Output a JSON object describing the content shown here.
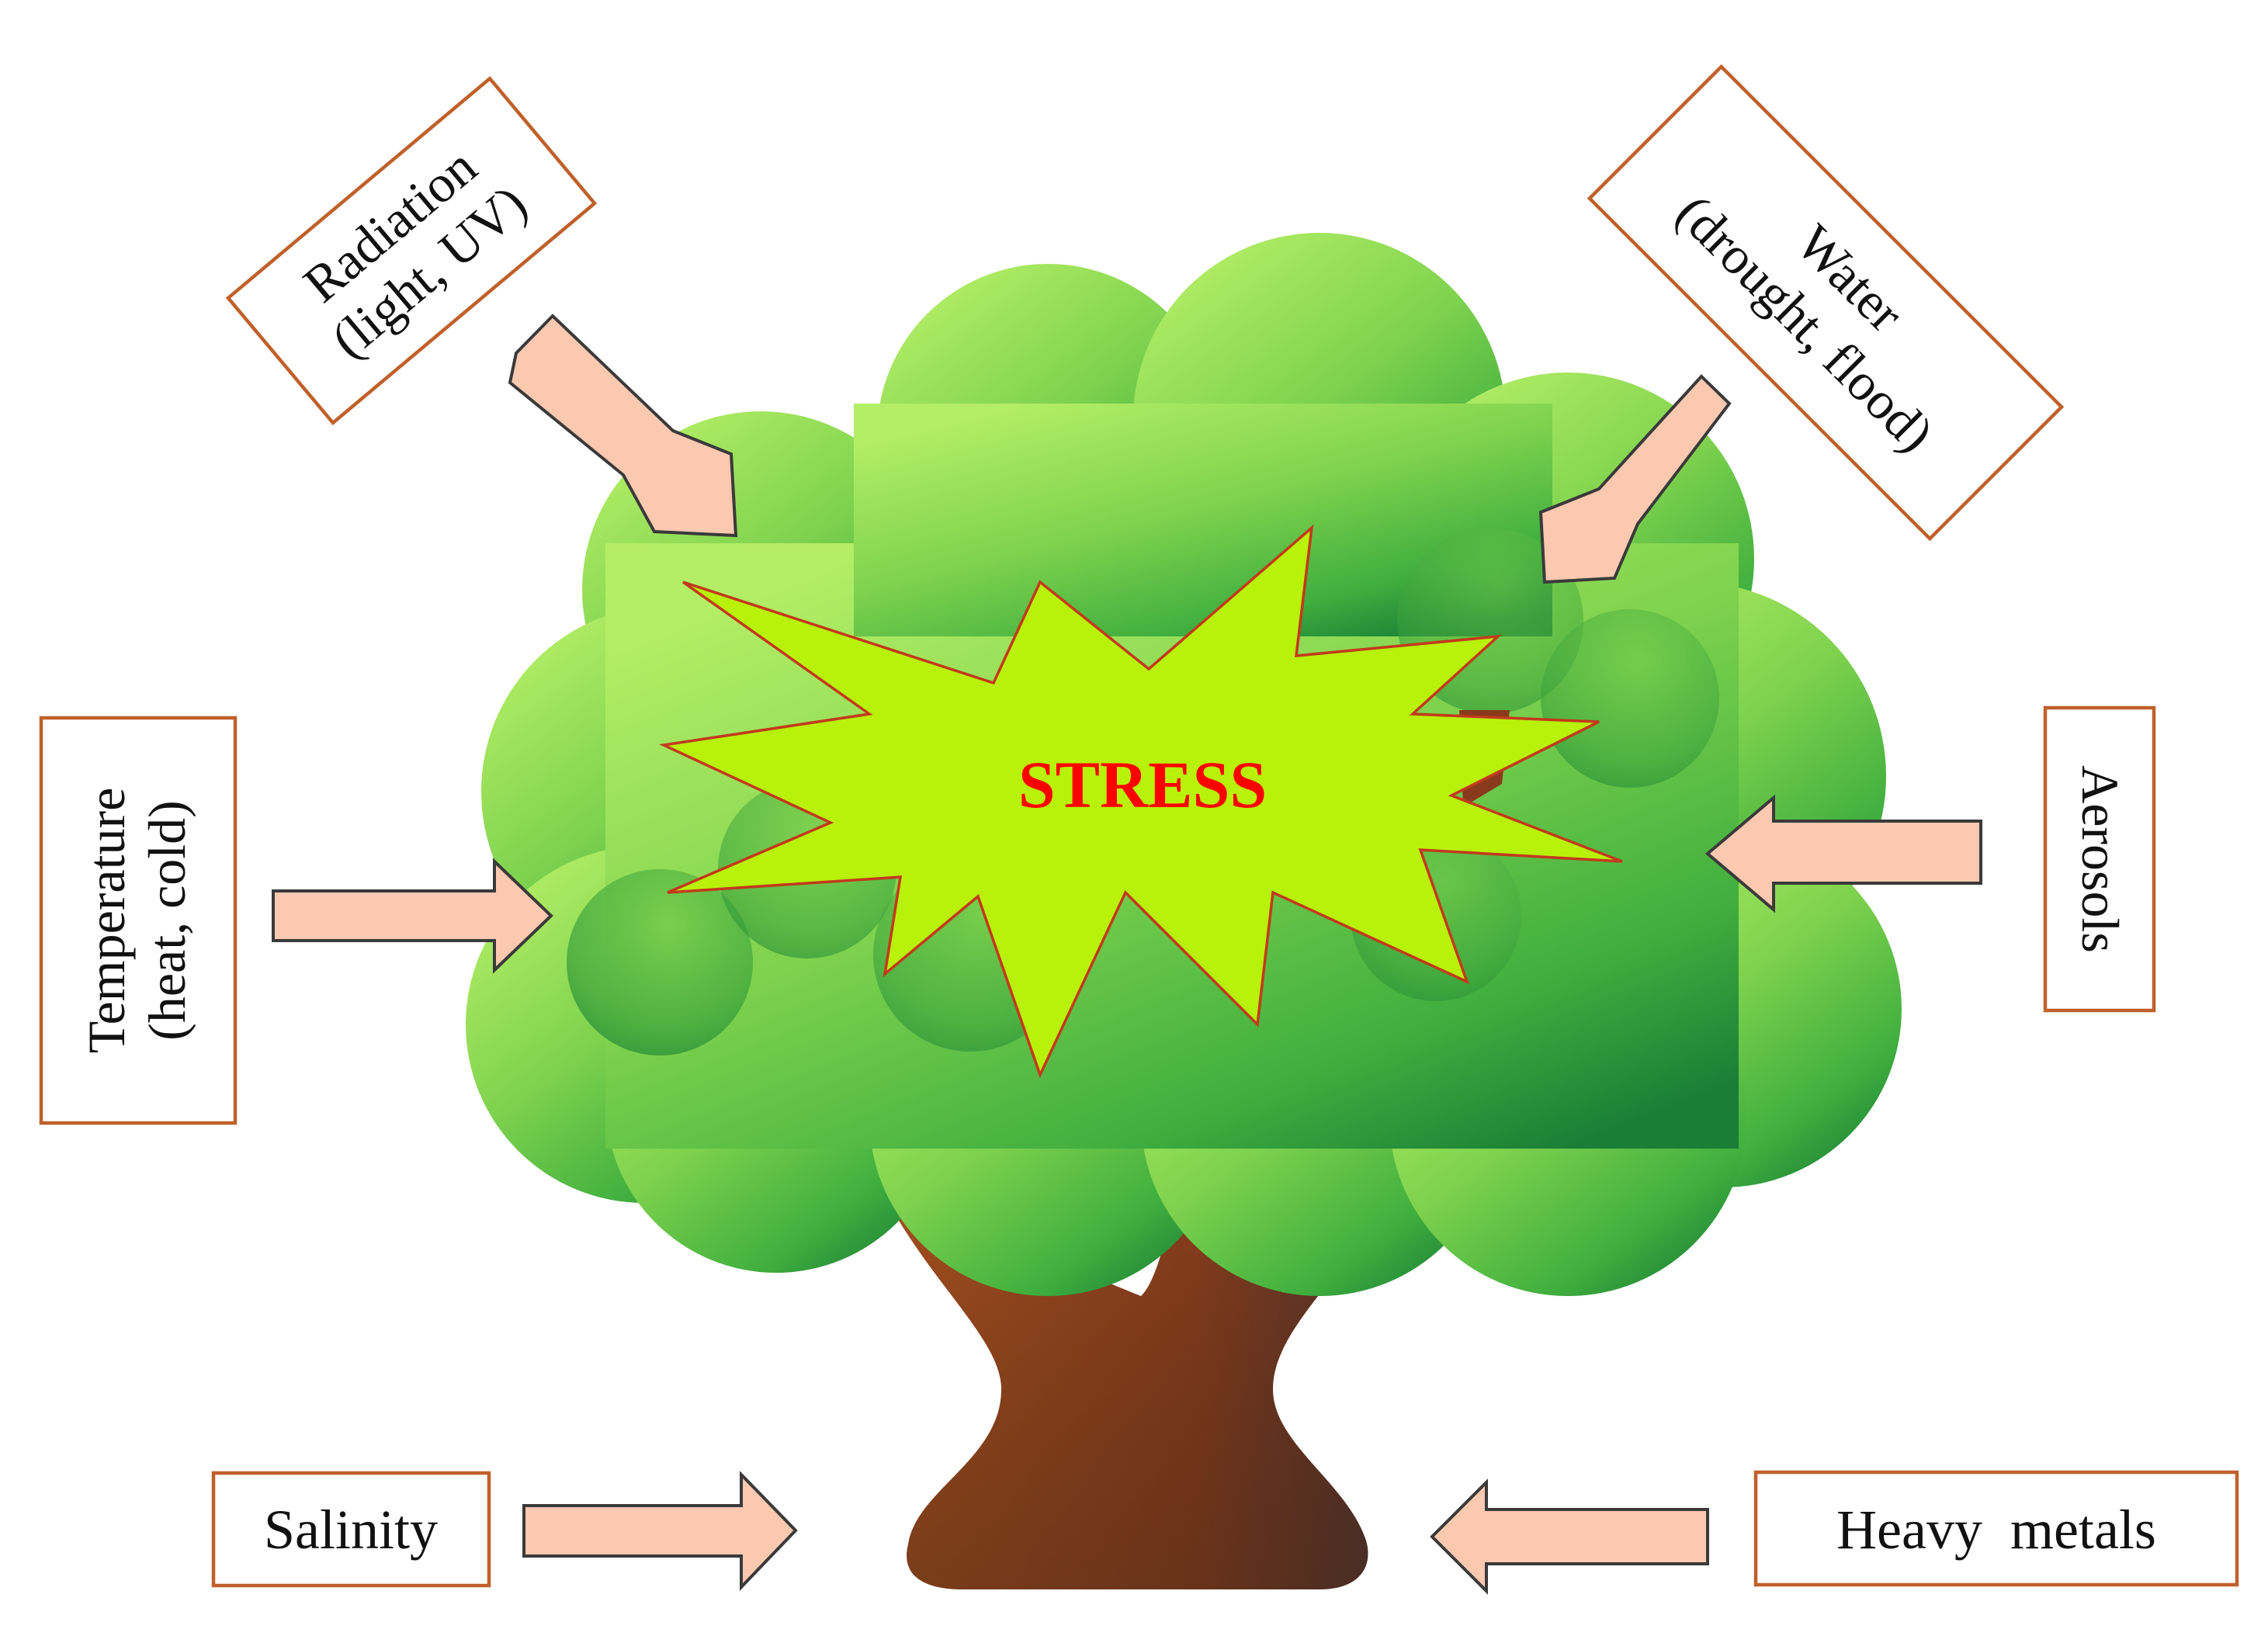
{
  "center_label": "STRESS",
  "stressors": {
    "radiation": {
      "line1": "Radiation",
      "line2": "(light, UV)"
    },
    "water": {
      "line1": "Water",
      "line2": "(drought, flood)"
    },
    "temperature": {
      "line1": "Temperature",
      "line2": "(heat, cold)"
    },
    "aerosols": {
      "line1": "Aerosols"
    },
    "salinity": {
      "line1": "Salinity"
    },
    "heavy_metals": {
      "line1": "Heavy  metals"
    }
  },
  "colors": {
    "box_border": "#c0602a",
    "arrow_fill": "#fbc8b0",
    "stress_text": "#ff0000",
    "burst_fill": "#b8f20a",
    "canopy_light": "#a8e65a",
    "canopy_dark": "#1e8a3a",
    "trunk": "#8a4a22"
  }
}
